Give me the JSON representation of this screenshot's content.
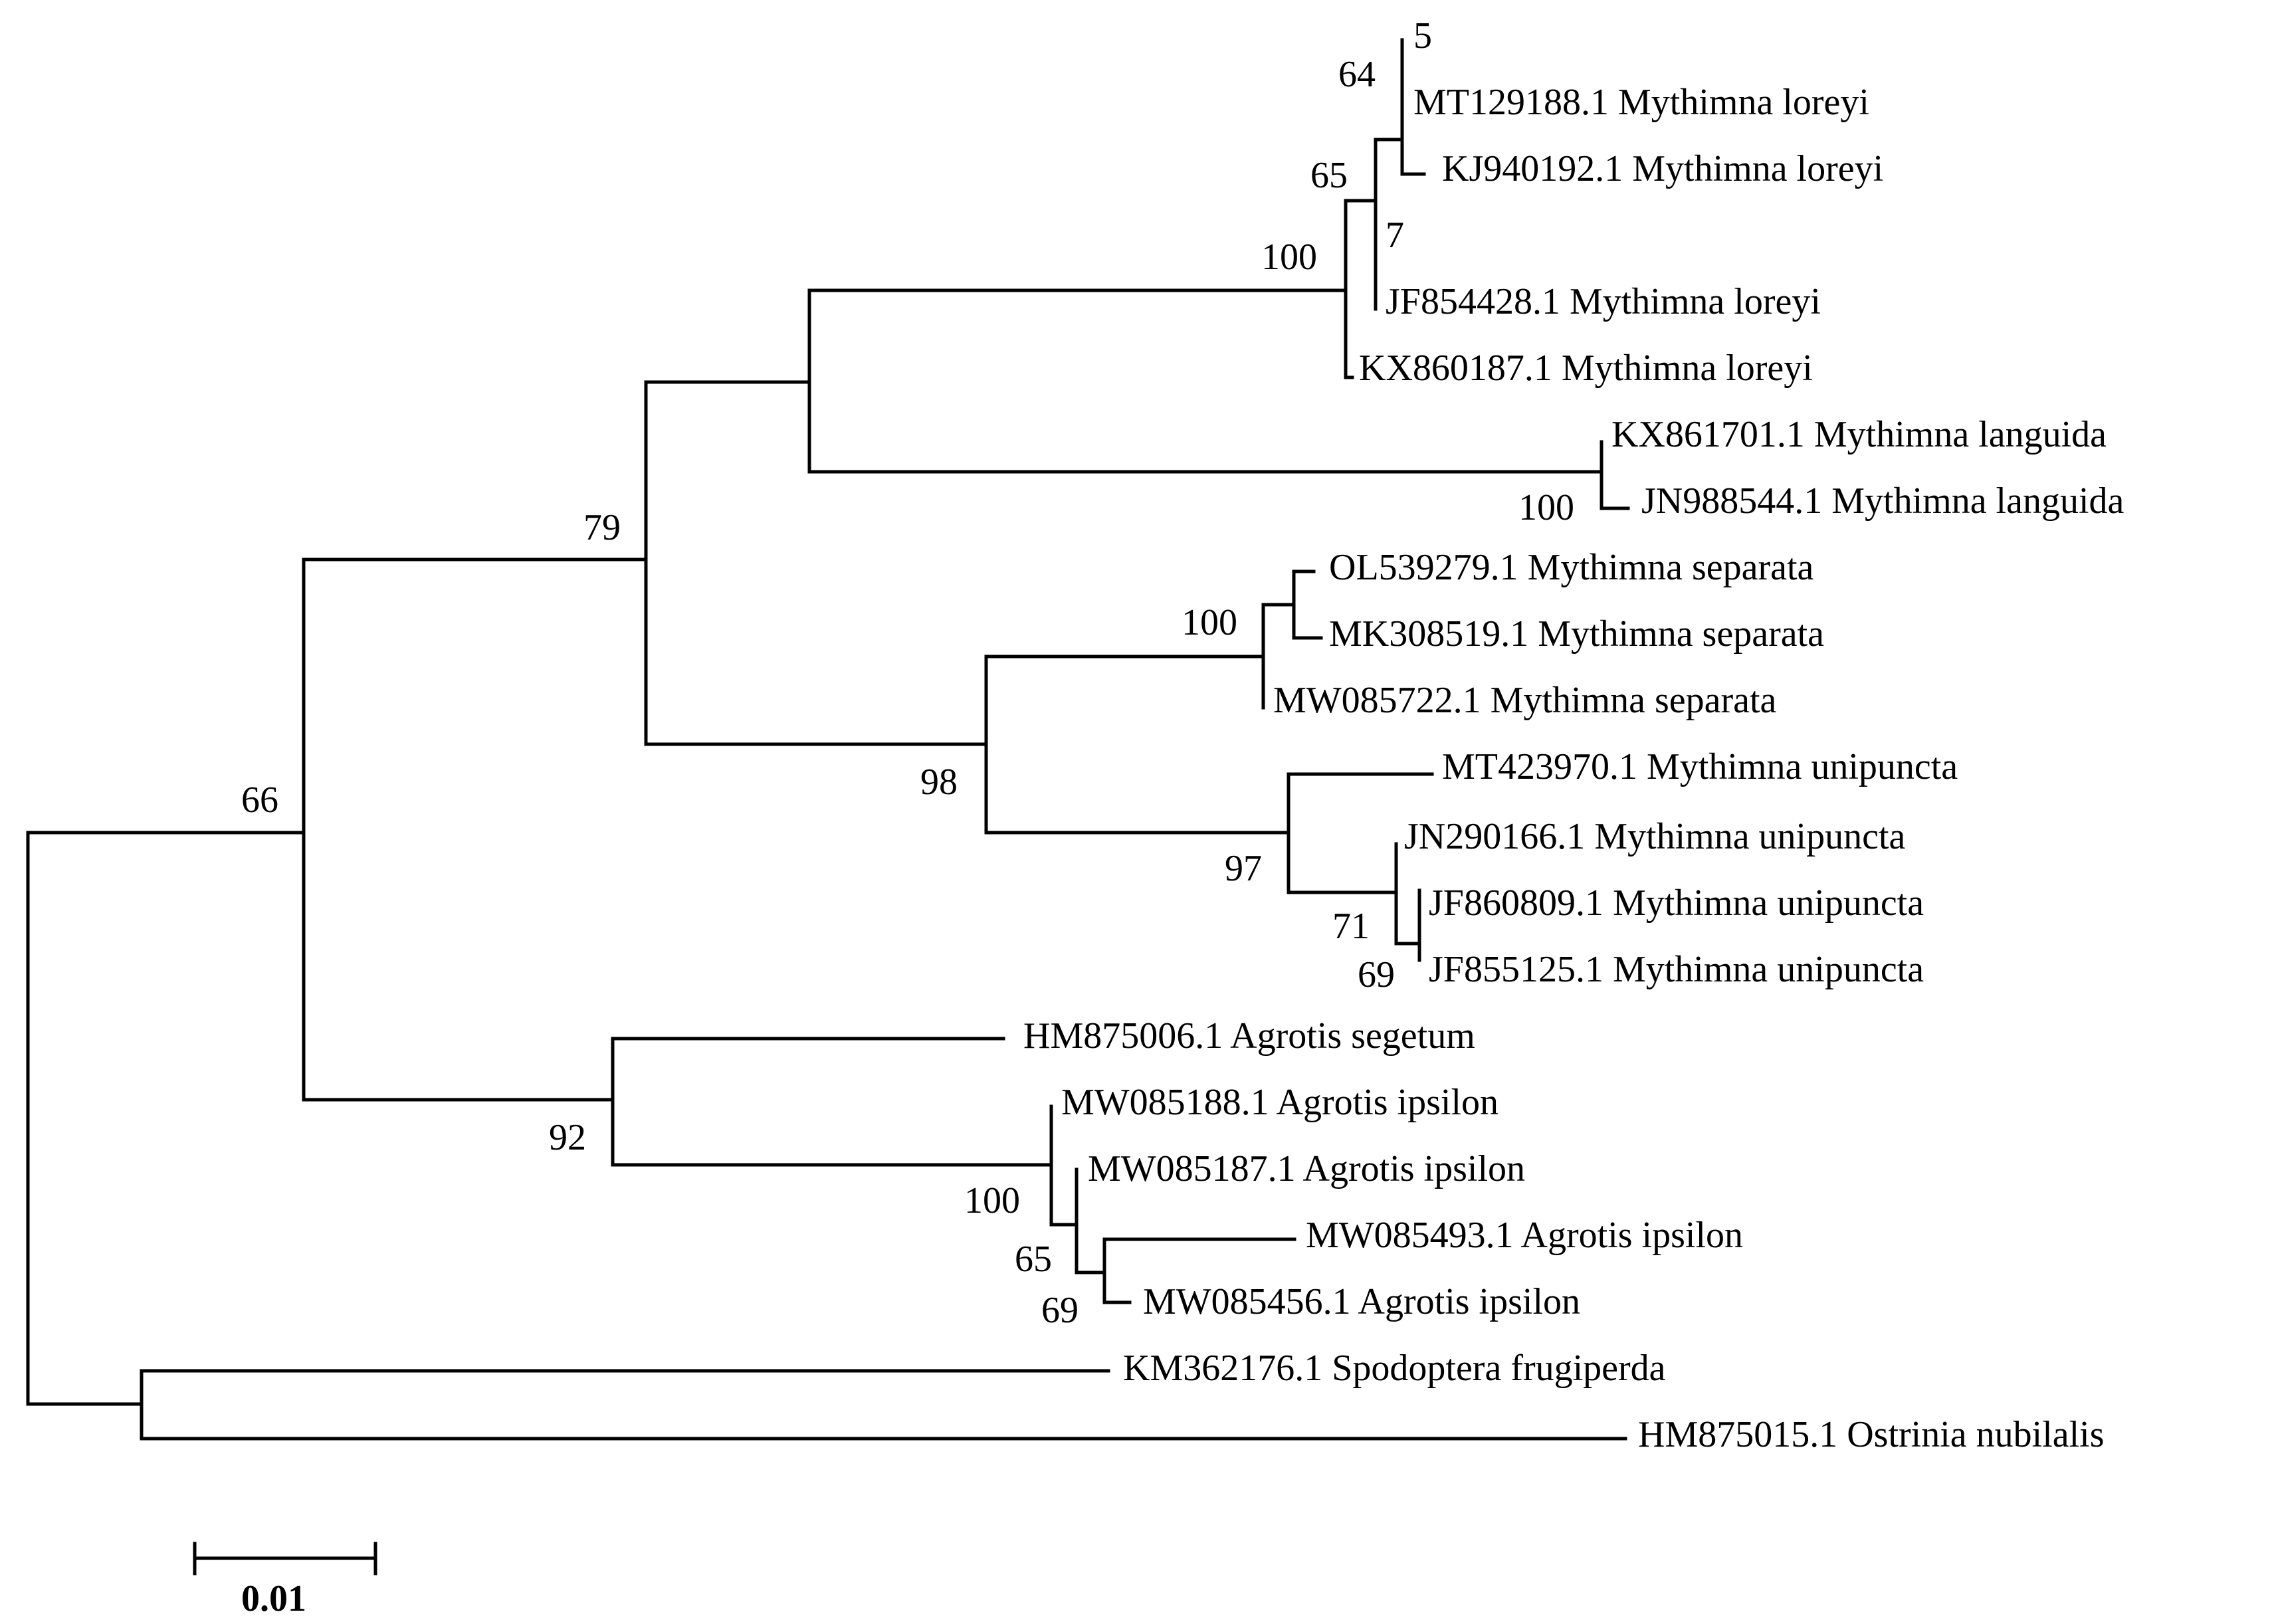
{
  "tree": {
    "taxa": [
      {
        "id": "t5",
        "label": "5"
      },
      {
        "id": "t_mt129188",
        "label": "MT129188.1 Mythimna loreyi"
      },
      {
        "id": "t_kj940192",
        "label": "KJ940192.1 Mythimna loreyi"
      },
      {
        "id": "t7",
        "label": "7"
      },
      {
        "id": "t_jf854428",
        "label": "JF854428.1 Mythimna loreyi"
      },
      {
        "id": "t_kx860187",
        "label": "KX860187.1 Mythimna loreyi"
      },
      {
        "id": "t_kx861701",
        "label": "KX861701.1 Mythimna languida"
      },
      {
        "id": "t_jn988544",
        "label": "JN988544.1 Mythimna languida"
      },
      {
        "id": "t_ol539279",
        "label": "OL539279.1 Mythimna separata"
      },
      {
        "id": "t_mk308519",
        "label": "MK308519.1 Mythimna separata"
      },
      {
        "id": "t_mw085722",
        "label": "MW085722.1 Mythimna separata"
      },
      {
        "id": "t_mt423970",
        "label": "MT423970.1 Mythimna unipuncta"
      },
      {
        "id": "t_jn290166",
        "label": "JN290166.1 Mythimna unipuncta"
      },
      {
        "id": "t_jf860809",
        "label": "JF860809.1 Mythimna unipuncta"
      },
      {
        "id": "t_jf855125",
        "label": "JF855125.1 Mythimna unipuncta"
      },
      {
        "id": "t_hm875006",
        "label": "HM875006.1 Agrotis segetum"
      },
      {
        "id": "t_mw085188",
        "label": "MW085188.1 Agrotis ipsilon"
      },
      {
        "id": "t_mw085187",
        "label": "MW085187.1 Agrotis ipsilon"
      },
      {
        "id": "t_mw085493",
        "label": "MW085493.1 Agrotis ipsilon"
      },
      {
        "id": "t_mw085456",
        "label": "MW085456.1 Agrotis ipsilon"
      },
      {
        "id": "t_km362176",
        "label": "KM362176.1 Spodoptera frugiperda"
      },
      {
        "id": "t_hm875015",
        "label": "HM875015.1 Ostrinia nubilalis"
      }
    ],
    "bootstrap": {
      "b64": "64",
      "b65_loreyi": "65",
      "b100_loreyi": "100",
      "b100_languida": "100",
      "b79": "79",
      "b100_separata": "100",
      "b98": "98",
      "b97": "97",
      "b71": "71",
      "b69_unipuncta": "69",
      "b66": "66",
      "b92": "92",
      "b100_ipsilon": "100",
      "b65_ipsilon": "65",
      "b69_ipsilon": "69"
    },
    "scale_bar": {
      "value": 0.01,
      "label": "0.01"
    }
  }
}
